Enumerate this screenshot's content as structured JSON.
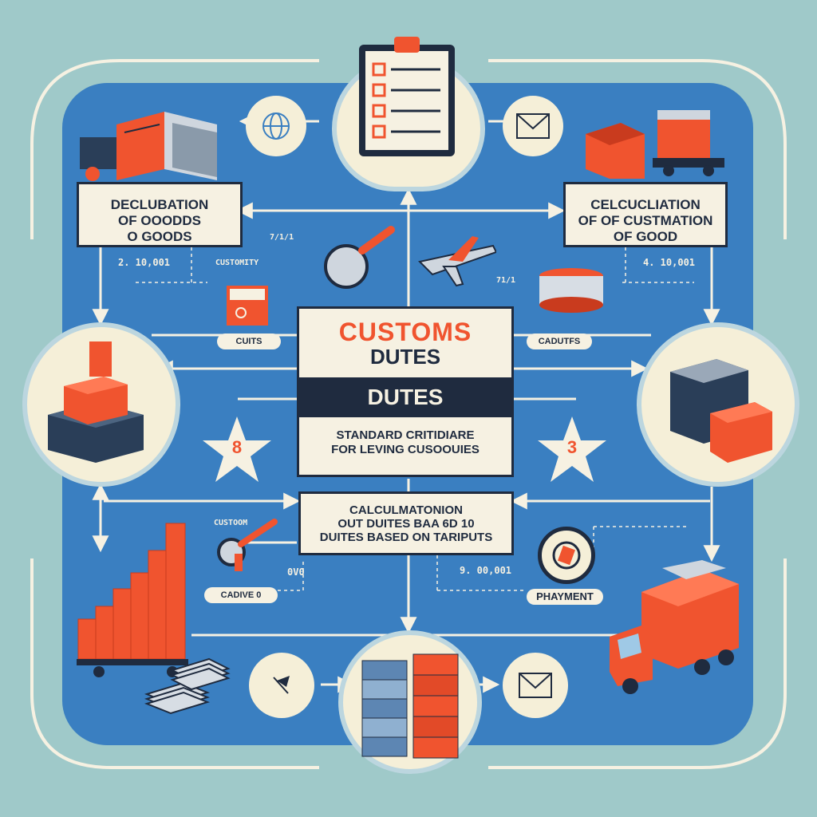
{
  "header_steps": {
    "declaration": "DECLUBATION\nOF OOODDS\nO GOODS",
    "calculation": "CELCUCLIATION\nOF OF CUSTMATION\nOF GOOD"
  },
  "center": {
    "title": "CUSTOMS",
    "subtitle": "DUTES",
    "band": "DUTES",
    "description": "STANDARD CRITIDIARE\nFOR LEVING CUSOOUIES"
  },
  "calculation_card": "CALCULMATONION\nOUT DUITES BAA 6D 10\nDUITES BASED ON TARIPUTS",
  "stars": {
    "left": "8",
    "right": "3"
  },
  "pills": {
    "duties_left": "CUITS",
    "duties_right": "CADUTFS",
    "bottom_left": "CADIVE 0",
    "payment": "PHAYMENT"
  },
  "floating_labels": {
    "code_left": "2. 10,001",
    "code_right": "4. 10,001",
    "code_bottom_right": "9. 00,001",
    "code_bottom_left": "0V0",
    "customs_small": "CUSTOMITY",
    "custom_bottom": "CUSTOOM",
    "ratio_top": "7/1/1",
    "ratio_right": "71/1"
  },
  "colors": {
    "board": "#3a7fc1",
    "background": "#9fc9c9",
    "accent": "#f0542f",
    "navy": "#1f2b3f",
    "cream": "#f6f1e2"
  },
  "icons": [
    "clipboard-checklist-icon",
    "globe-icon",
    "envelope-icon",
    "truck-containers-icon",
    "shipping-containers-icon",
    "magnifier-icon",
    "airplane-icon",
    "cash-register-icon",
    "cable-spool-icon",
    "container-stack-icon",
    "bar-chart-containers-icon",
    "magnifier-scale-icon",
    "coin-payment-icon",
    "delivery-truck-icon",
    "money-stacks-icon",
    "cargo-stack-icon",
    "flag-icon"
  ]
}
